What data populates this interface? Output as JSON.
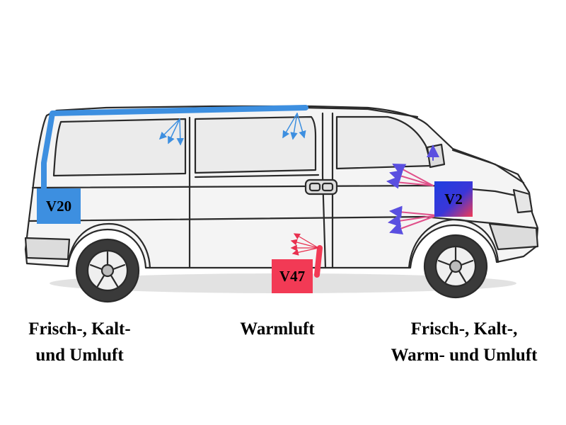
{
  "labels": {
    "v20": "V20",
    "v2": "V2",
    "v47": "V47"
  },
  "captions": {
    "left": [
      "Frisch-, Kalt-",
      "und Umluft"
    ],
    "center": [
      "Warmluft"
    ],
    "right": [
      "Frisch-, Kalt-,",
      "Warm- und Umluft"
    ]
  },
  "colors": {
    "cold": "#3d8fe0",
    "warm": "#f23a55",
    "mixed_arrow": "#e0508a",
    "outline": "#2a2a2a"
  }
}
